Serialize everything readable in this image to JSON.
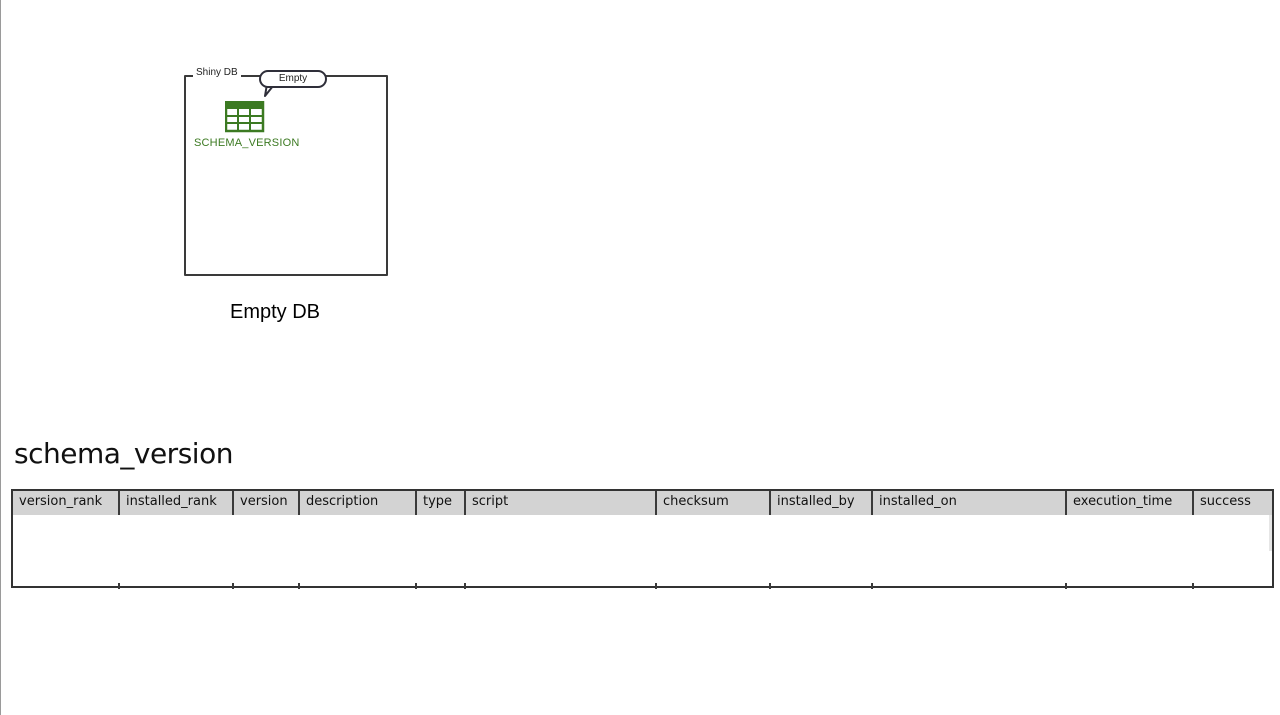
{
  "db": {
    "title": "Shiny DB",
    "bubble": "Empty",
    "table_name": "SCHEMA_VERSION",
    "caption": "Empty DB"
  },
  "schema": {
    "title": "schema_version",
    "columns": [
      "version_rank",
      "installed_rank",
      "version",
      "description",
      "type",
      "script",
      "checksum",
      "installed_by",
      "installed_on",
      "execution_time",
      "success"
    ]
  },
  "colors": {
    "table_icon": "#3c7a22",
    "header_bg": "#d3d3d3",
    "border": "#333333"
  },
  "icons": {
    "table": "table-grid-icon",
    "bubble": "speech-bubble-icon"
  }
}
